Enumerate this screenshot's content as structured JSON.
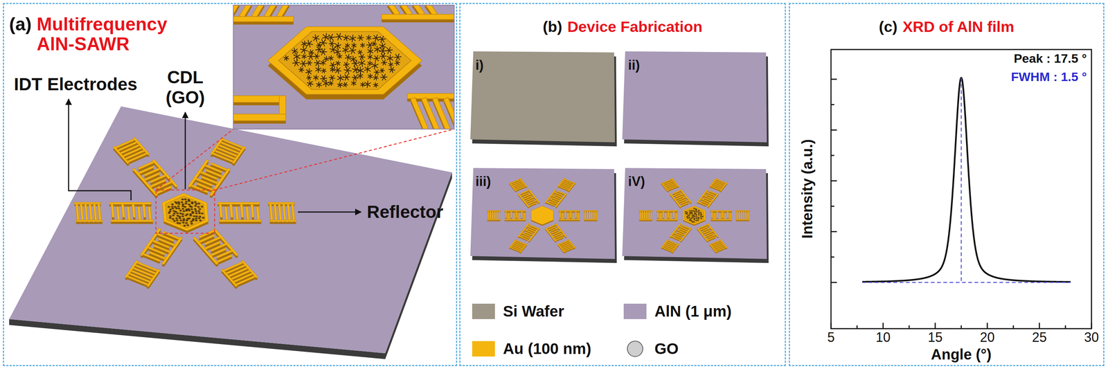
{
  "diagram": {
    "nodes": [
      {
        "text": [
          "(a)",
          "Multifrequency AlN-SAWR"
        ]
      },
      {
        "text": [
          "(b)",
          "Device Fabrication"
        ]
      },
      {
        "text": [
          "(c)",
          "XRD of AlN film"
        ]
      }
    ],
    "labels": [
      "IDT Electrodes",
      "CDL (GO)",
      "Reflector",
      "i)",
      "ii)",
      "iii)",
      "iV)",
      "Peak : 17.5 °",
      "FWHM : 1.5 °",
      "Intensity (a.u.)",
      "Angle (°)",
      "5",
      "10",
      "15",
      "20",
      "25",
      "30"
    ],
    "legend": [
      {
        "text": "Si Wafer",
        "color": "#9e9686"
      },
      {
        "text": "AlN (1 μm)",
        "color": "#a99ab8"
      },
      {
        "text": "Au (100 nm)",
        "color": "#f5b50f"
      },
      {
        "text": "GO",
        "color": "#cfcfcf"
      }
    ]
  }
}
